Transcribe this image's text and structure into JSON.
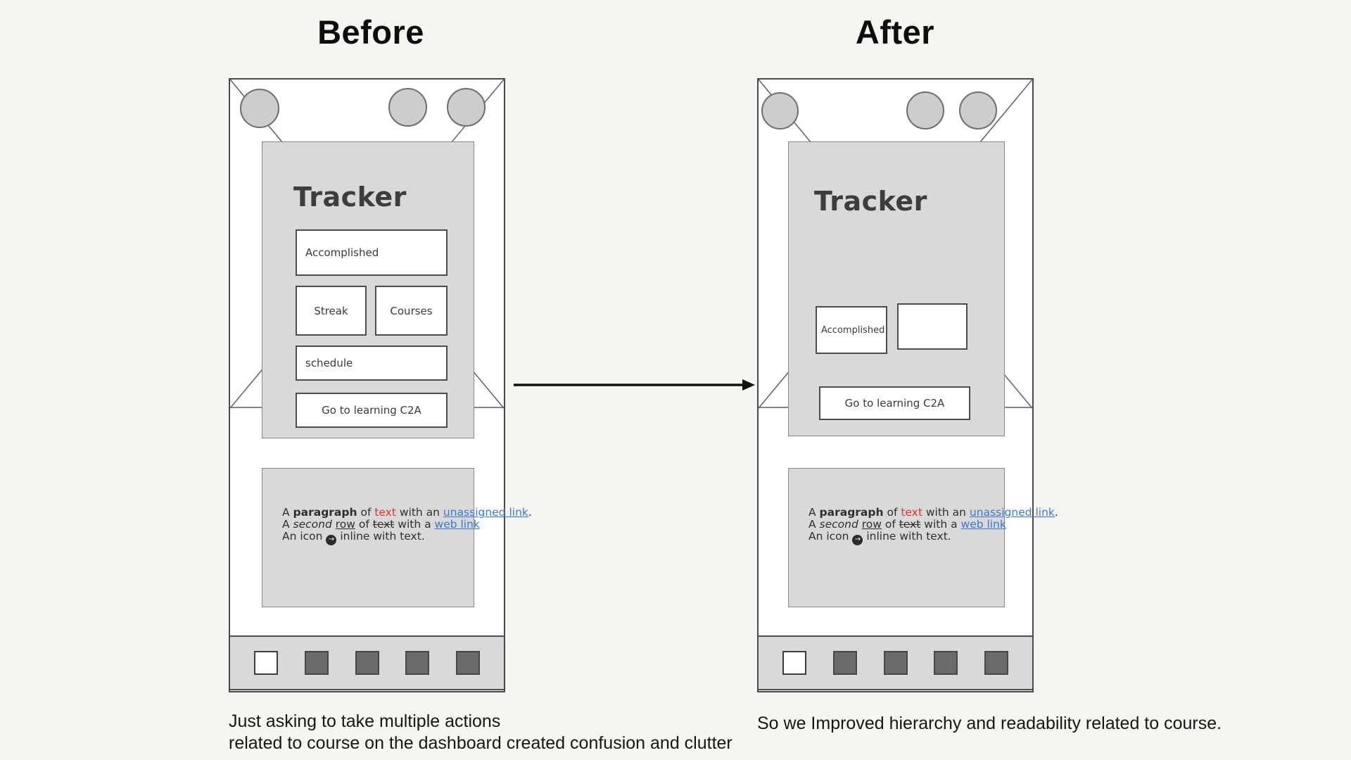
{
  "page": {
    "background": "#f7f5f1"
  },
  "headings": {
    "before": "Before",
    "after": "After"
  },
  "captions": {
    "before_line1": "Just asking to take multiple actions",
    "before_line2": "related to course on the dashboard created confusion and clutter",
    "after": "So we Improved hierarchy and readability related to course."
  },
  "colors": {
    "wire_gray": "#d9d9d9",
    "dark_square": "#6a6a6a",
    "link_blue": "#3b78d1",
    "alert_red": "#d93528",
    "sketch_line": "#5f5f5f"
  },
  "before_phone": {
    "tracker_title": "Tracker",
    "buttons": {
      "accomplished": "Accomplished",
      "streak": "Streak",
      "courses": "Courses",
      "schedule": "schedule",
      "cta": "Go to learning C2A"
    }
  },
  "after_phone": {
    "tracker_title": "Tracker",
    "buttons": {
      "accomplished": "Accomplished",
      "empty": "",
      "cta": "Go to learning C2A"
    }
  },
  "rich_text": {
    "l1": {
      "t1": "A ",
      "bold": "paragraph",
      "t2": " of ",
      "red": "text",
      "t3": " with an ",
      "link": "unassigned link",
      "t4": "."
    },
    "l2": {
      "t1": "A ",
      "italic": "second",
      "t2": " ",
      "underline": "row",
      "t3": " of ",
      "strike": "text",
      "t4": " with a ",
      "link": "web link"
    },
    "l3": {
      "t1": "An icon ",
      "icon": "arrow-circle-icon",
      "t2": " inline with text."
    }
  }
}
